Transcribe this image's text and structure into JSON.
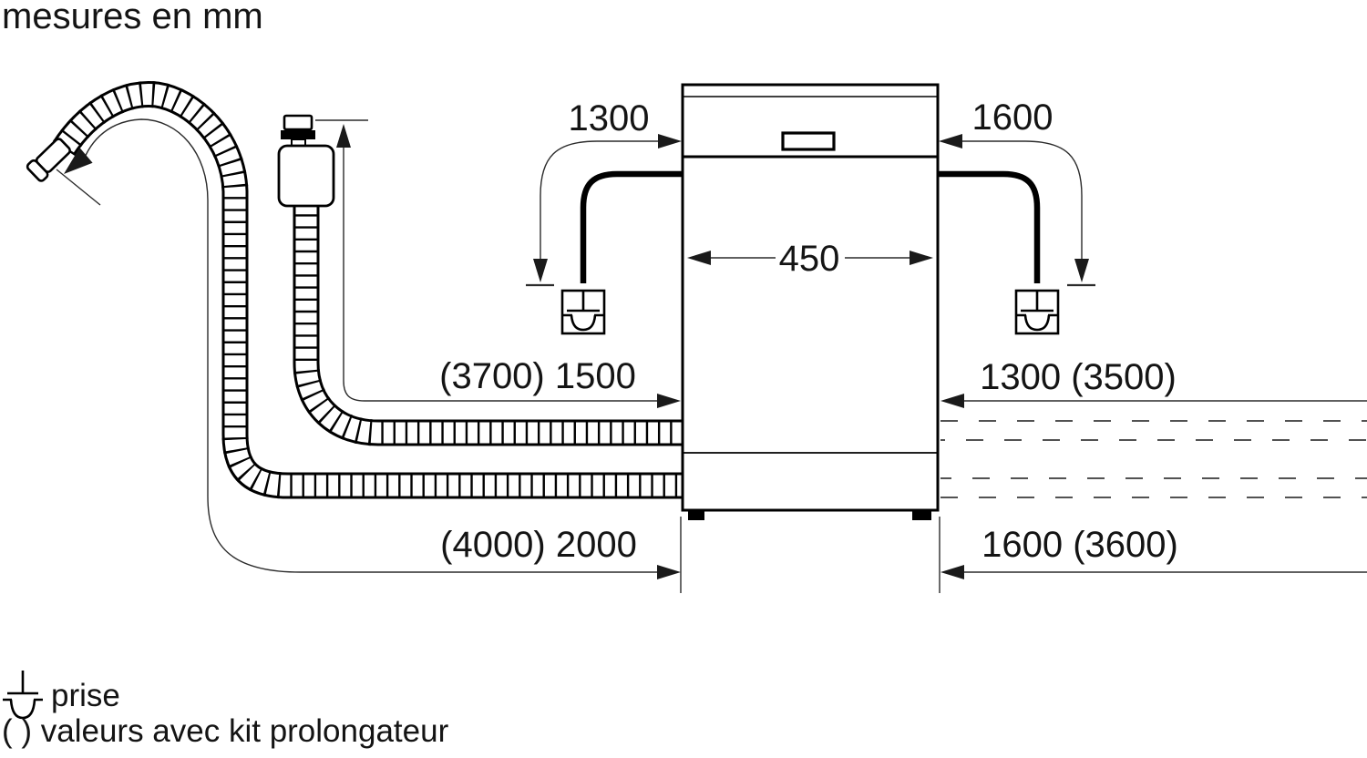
{
  "title": "mesures en mm",
  "dimensions": {
    "top_left": "1300",
    "top_right": "1600",
    "appliance_width": "450",
    "middle_left": "(3700) 1500",
    "middle_right": "1300 (3500)",
    "bottom_left": "(4000) 2000",
    "bottom_right": "1600 (3600)"
  },
  "legend": {
    "socket_label": "prise",
    "note": "( ) valeurs avec kit prolongateur"
  },
  "icons": [
    {
      "name": "socket-icon-left",
      "meaning": "electrical socket (prise)"
    },
    {
      "name": "socket-icon-right",
      "meaning": "electrical socket (prise)"
    },
    {
      "name": "socket-icon-legend",
      "meaning": "electrical socket (prise)"
    }
  ],
  "colors": {
    "line": "#000000",
    "dim_line": "#2b2b2b",
    "background": "#ffffff"
  }
}
